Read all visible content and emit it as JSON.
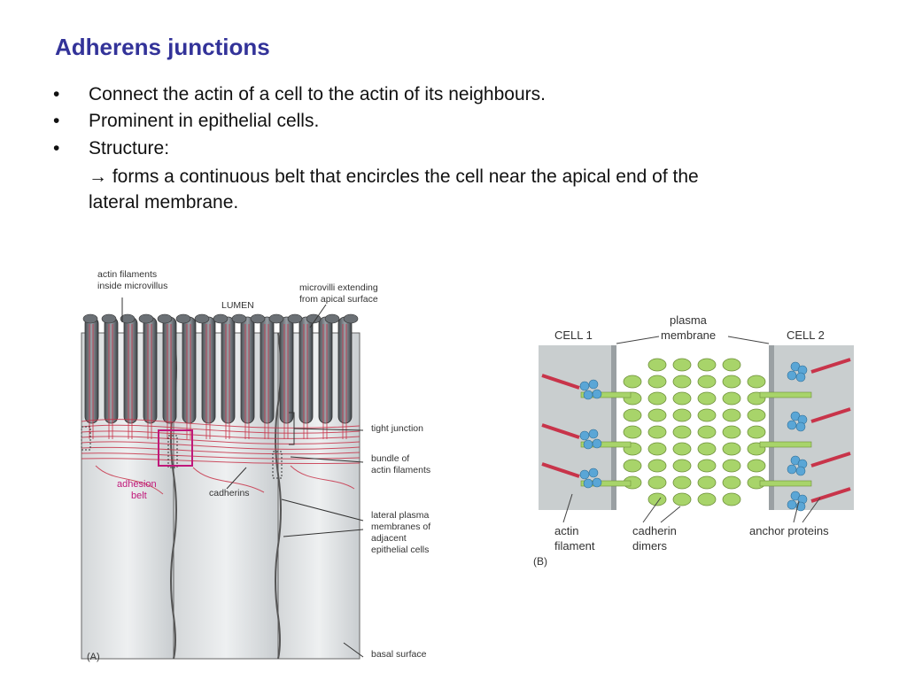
{
  "slide": {
    "title": "Adherens junctions",
    "bullets": [
      "Connect the actin of a cell to the actin of its neighbours.",
      "Prominent in epithelial cells.",
      "Structure:"
    ],
    "bullet_symbol": "•",
    "sub_text_line1": "→ forms a continuous belt that encircles the cell near the apical end of the",
    "sub_text_line2": "lateral membrane."
  },
  "figure_a": {
    "panel_label": "(A)",
    "lumen": "LUMEN",
    "actin_line1": "actin filaments",
    "actin_line2": "inside microvillus",
    "microvilli_line1": "microvilli extending",
    "microvilli_line2": "from apical surface",
    "tight_junction": "tight junction",
    "bundle_line1": "bundle of",
    "bundle_line2": "actin filaments",
    "lateral_line1": "lateral plasma",
    "lateral_line2": "membranes of",
    "lateral_line3": "adjacent",
    "lateral_line4": "epithelial cells",
    "basal_surface": "basal surface",
    "adhesion_line1": "adhesion",
    "adhesion_line2": "belt",
    "cadherins": "cadherins"
  },
  "figure_b": {
    "panel_label": "(B)",
    "cell1": "CELL 1",
    "cell2": "CELL 2",
    "plasma_line1": "plasma",
    "plasma_line2": "membrane",
    "actin_line1": "actin",
    "actin_line2": "filament",
    "cadherin_line1": "cadherin",
    "cadherin_line2": "dimers",
    "anchor_proteins": "anchor proteins"
  },
  "colors": {
    "title": "#333399",
    "actin_red": "#c8344a",
    "cadherin_green": "#a8d46a",
    "anchor_blue": "#5aa6d6",
    "membrane_grey": "#c9cecf"
  }
}
